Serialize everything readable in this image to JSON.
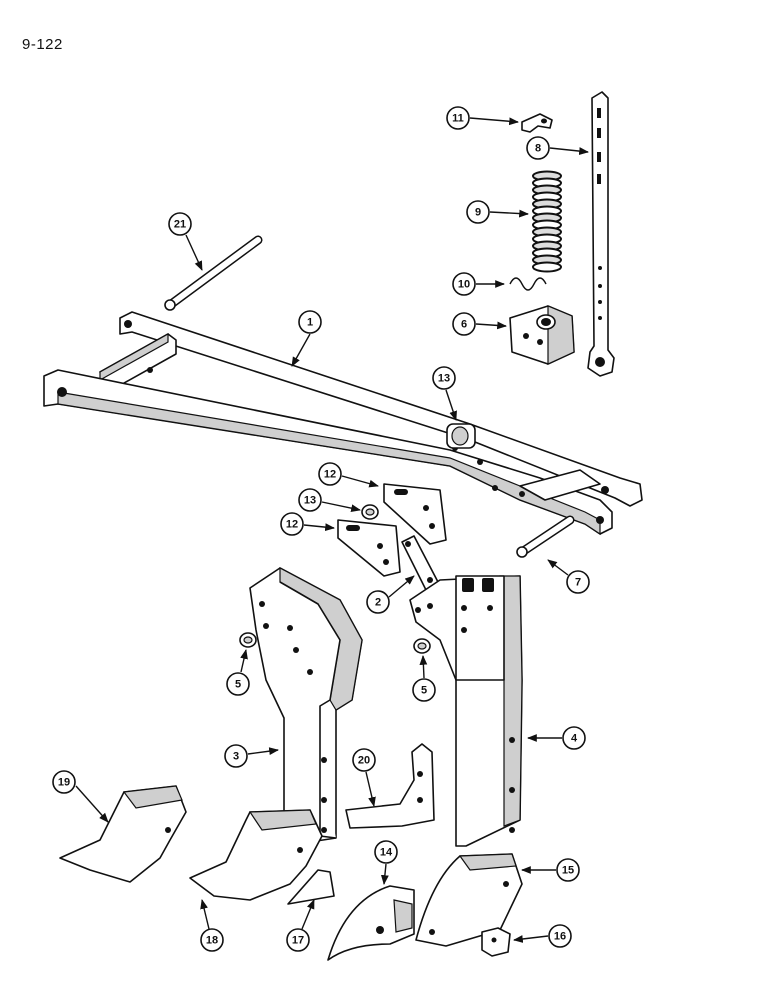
{
  "page": {
    "number": "9-122"
  },
  "callouts": [
    {
      "id": "c1",
      "label": "1"
    },
    {
      "id": "c2",
      "label": "2"
    },
    {
      "id": "c3",
      "label": "3"
    },
    {
      "id": "c4",
      "label": "4"
    },
    {
      "id": "c5a",
      "label": "5"
    },
    {
      "id": "c5b",
      "label": "5"
    },
    {
      "id": "c6",
      "label": "6"
    },
    {
      "id": "c7",
      "label": "7"
    },
    {
      "id": "c8",
      "label": "8"
    },
    {
      "id": "c9",
      "label": "9"
    },
    {
      "id": "c10",
      "label": "10"
    },
    {
      "id": "c11",
      "label": "11"
    },
    {
      "id": "c12a",
      "label": "12"
    },
    {
      "id": "c12b",
      "label": "12"
    },
    {
      "id": "c13a",
      "label": "13"
    },
    {
      "id": "c13b",
      "label": "13"
    },
    {
      "id": "c14",
      "label": "14"
    },
    {
      "id": "c15",
      "label": "15"
    },
    {
      "id": "c16",
      "label": "16"
    },
    {
      "id": "c17",
      "label": "17"
    },
    {
      "id": "c18",
      "label": "18"
    },
    {
      "id": "c19",
      "label": "19"
    },
    {
      "id": "c20",
      "label": "20"
    },
    {
      "id": "c21",
      "label": "21"
    }
  ]
}
